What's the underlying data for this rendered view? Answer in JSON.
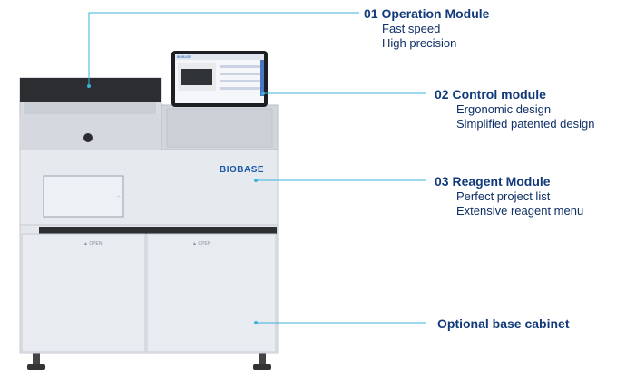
{
  "brand": {
    "label": "BIOBASE",
    "color": "#1a5aa8"
  },
  "accent_line_color": "#3bb3d9",
  "door_labels": [
    "▲ OPEN",
    "▲ OPEN"
  ],
  "screen": {
    "brand": "BIOBASE"
  },
  "callouts": [
    {
      "title": "01 Operation Module",
      "lines": [
        "Fast speed",
        "High precision"
      ]
    },
    {
      "title": "02 Control module",
      "lines": [
        "Ergonomic design",
        "Simplified patented design"
      ]
    },
    {
      "title": "03 Reagent Module",
      "lines": [
        "Perfect project list",
        "Extensive reagent menu"
      ]
    },
    {
      "title": "Optional base cabinet",
      "lines": []
    }
  ]
}
